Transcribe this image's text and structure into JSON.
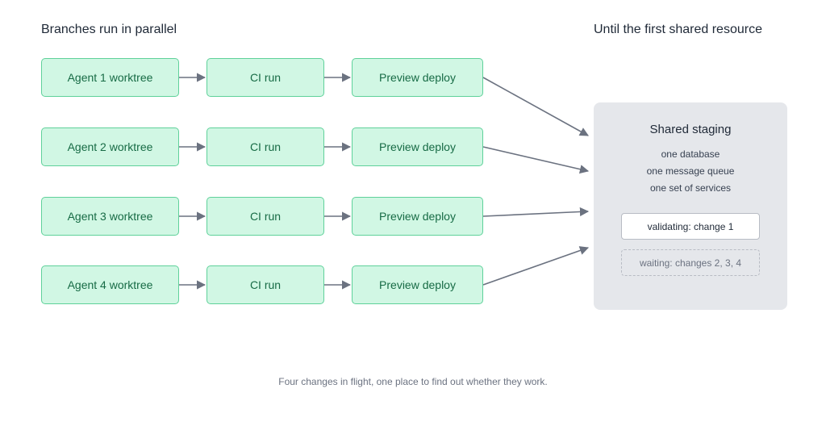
{
  "headings": {
    "left": "Branches run in parallel",
    "right": "Until the first shared resource"
  },
  "lanes": [
    {
      "agent": "Agent 1 worktree",
      "ci": "CI run",
      "preview": "Preview deploy"
    },
    {
      "agent": "Agent 2 worktree",
      "ci": "CI run",
      "preview": "Preview deploy"
    },
    {
      "agent": "Agent 3 worktree",
      "ci": "CI run",
      "preview": "Preview deploy"
    },
    {
      "agent": "Agent 4 worktree",
      "ci": "CI run",
      "preview": "Preview deploy"
    }
  ],
  "staging": {
    "title": "Shared staging",
    "resources": [
      "one database",
      "one message queue",
      "one set of services"
    ],
    "active": "validating: change 1",
    "waiting": "waiting: changes 2, 3, 4"
  },
  "caption": "Four changes in flight, one place to find out whether they work.",
  "colors": {
    "node_fill": "#d1f7e4",
    "node_border": "#5fd19a",
    "node_text": "#176b45",
    "arrow": "#6b7280",
    "staging_fill": "#e5e7eb"
  }
}
